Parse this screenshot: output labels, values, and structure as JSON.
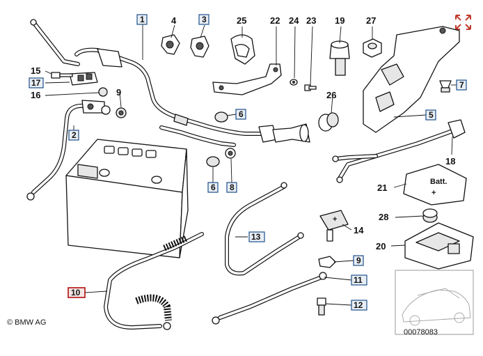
{
  "diagram": {
    "copyright": "© BMW AG",
    "catalog_number": "00078083",
    "battery_cover_text": "Batt.",
    "battery_cover_plus": "+",
    "expand_icon": "expand-arrows-icon",
    "accent_color": "#1d4f8a",
    "highlight_color": "#b01010"
  },
  "callouts": {
    "c1": "1",
    "c2": "2",
    "c3": "3",
    "c4": "4",
    "c5": "5",
    "c6a": "6",
    "c6b": "6",
    "c7": "7",
    "c8": "8",
    "c9a": "9",
    "c9b": "9",
    "c10": "10",
    "c11": "11",
    "c12": "12",
    "c13": "13",
    "c14": "14",
    "c15": "15",
    "c16": "16",
    "c17": "17",
    "c18": "18",
    "c19": "19",
    "c20": "20",
    "c21": "21",
    "c22": "22",
    "c23": "23",
    "c24": "24",
    "c25": "25",
    "c26": "26",
    "c27": "27",
    "c28": "28"
  }
}
